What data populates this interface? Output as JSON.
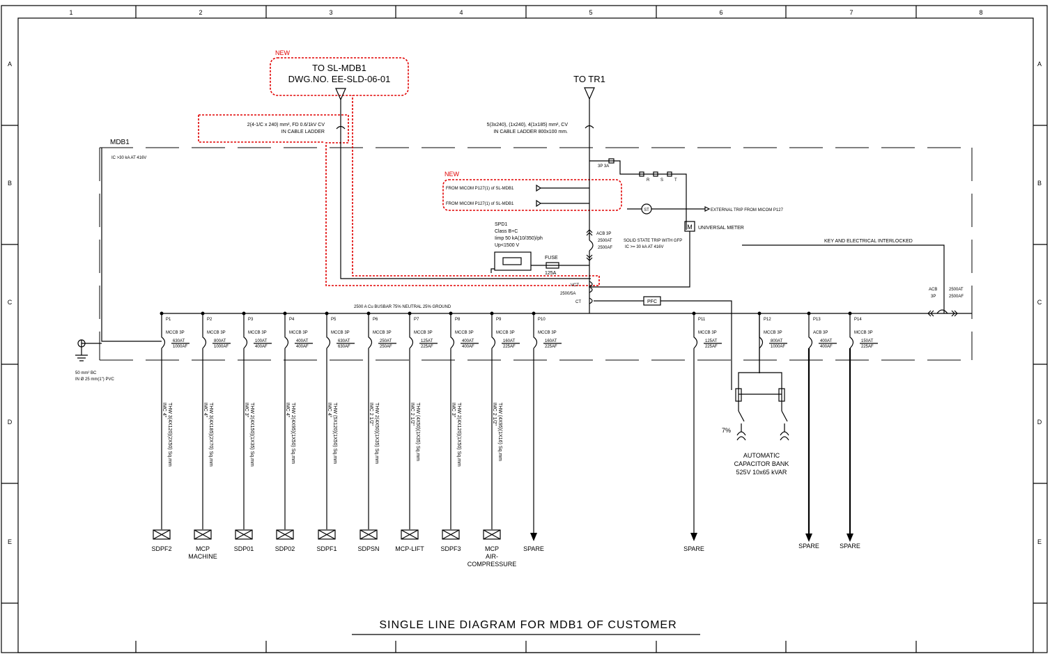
{
  "grid": {
    "columns": [
      "1",
      "2",
      "3",
      "4",
      "5",
      "6",
      "7",
      "8"
    ],
    "rows": [
      "A",
      "B",
      "C",
      "D",
      "E"
    ]
  },
  "title": "SINGLE LINE DIAGRAM FOR MDB1 OF CUSTOMER",
  "panel": {
    "name": "MDB1",
    "ic_rating": "IC >30 kA AT 416V"
  },
  "new_notes": [
    "NEW",
    "NEW"
  ],
  "incoming_new": {
    "line1": "TO SL-MDB1",
    "line2": "DWG.NO. EE-SLD-06-01",
    "cable1": "2(4-1/C x 240) mm², FD 0.6/1kV CV",
    "cable2": "IN CABLE LADDER"
  },
  "incoming_tr": {
    "label": "TO TR1",
    "cable1": "5(3x240), (1x240), 4(1x185) mm², CV",
    "cable2": "IN CABLE LADDER 800x100 mm."
  },
  "protection": {
    "fuse_3p": "3P 3A",
    "phases": [
      "R",
      "S",
      "T"
    ],
    "micom1": "FROM MICOM P127(1) of SL-MDB1",
    "micom2": "FROM MICOM P127(1) of SL-MDB1",
    "st": "ST",
    "external_trip": "EXTERNAL TRIP FROM MICOM P127",
    "meter_symbol": "M",
    "meter": "UNIVERSAL METER",
    "acb_main": [
      "ACB 3P",
      "2500AT",
      "2500AF"
    ],
    "solid_state": "SOLID STATE TRIP WITH GFP",
    "ic_main": "IC >= 30 kA AT 416V",
    "vct": "VCT",
    "vct_ratio": "2500/5A",
    "ct": "CT",
    "pfc": "PFC",
    "interlock": "KEY AND ELECTRICAL INTERLOCKED",
    "acb_tie": [
      "ACB",
      "3P",
      "2500AT",
      "2500AF"
    ]
  },
  "spd": {
    "lines": [
      "SPD1",
      "Class B+C",
      "Iimp 50 kA(10/350)/ph",
      "Up<1500 V"
    ],
    "fuse": "FUSE",
    "fuse_rating": "125A"
  },
  "busbar": "2500 A Cu BUSBAR 75% NEUTRAL 25% GROUND",
  "ground": {
    "line1": "50 mm² BC",
    "line2": "IN Ø 25 mm(1\") PVC"
  },
  "feeders": [
    {
      "id": "P1",
      "type": "MCCB 3P",
      "at": "630AT",
      "af": "1000AF",
      "cable": "THW 3(4X120)(2X50) Sq.mm",
      "conduit": "IMC 4\"",
      "load": "SDPF2"
    },
    {
      "id": "P2",
      "type": "MCCB 3P",
      "at": "800AT",
      "af": "1000AF",
      "cable": "THW 3(4X185)(2X70) Sq.mm",
      "conduit": "IMC 4\"",
      "load": "MCP MACHINE"
    },
    {
      "id": "P3",
      "type": "MCCB 3P",
      "at": "100AT",
      "af": "400AF",
      "cable": "THW 2(4X150)(1X35) Sq.mm",
      "conduit": "IMC 3\"",
      "load": "SDP01"
    },
    {
      "id": "P4",
      "type": "MCCB 3P",
      "at": "400AT",
      "af": "400AF",
      "cable": "THW 2(4X95)(1X50) Sq.mm",
      "conduit": "IMC 4\"",
      "load": "SDP02"
    },
    {
      "id": "P5",
      "type": "MCCB 3P",
      "at": "630AT",
      "af": "630AF",
      "cable": "THW (5X120)(1X50) Sq.mm",
      "conduit": "IMC 4\"",
      "load": "SDPF1"
    },
    {
      "id": "P6",
      "type": "MCCB 3P",
      "at": "250AT",
      "af": "250AF",
      "cable": "THW 2(4X50)(1X35) Sq.mm",
      "conduit": "IMC 2 1/2\"",
      "load": "SDPSN"
    },
    {
      "id": "P7",
      "type": "MCCB 3P",
      "at": "125AT",
      "af": "225AF",
      "cable": "THW (4X50)(1X35) Sq.mm",
      "conduit": "IMC 2 1/2\"",
      "load": "MCP-LIFT"
    },
    {
      "id": "P8",
      "type": "MCCB 3P",
      "at": "400AT",
      "af": "400AF",
      "cable": "THW 2(4X120)(1X50) Sq.mm",
      "conduit": "IMC 3\"",
      "load": "SDPF3"
    },
    {
      "id": "P9",
      "type": "MCCB 3P",
      "at": "160AT",
      "af": "225AF",
      "cable": "THW (4X95)(1X16) Sq.mm",
      "conduit": "IMC 2 1/2\"",
      "load": "MCP AIR-COMPRESSURE"
    },
    {
      "id": "P10",
      "type": "MCCB 3P",
      "at": "160AT",
      "af": "225AF",
      "cable": "",
      "conduit": "",
      "load": "SPARE"
    },
    {
      "id": "P11",
      "type": "MCCB 3P",
      "at": "125AT",
      "af": "225AF",
      "cable": "",
      "conduit": "",
      "load": "SPARE"
    },
    {
      "id": "P12",
      "type": "MCCB 3P",
      "at": "800AT",
      "af": "1000AF",
      "cable": "",
      "conduit": "",
      "load": ""
    },
    {
      "id": "P13",
      "type": "ACB 3P",
      "at": "400AT",
      "af": "400AF",
      "cable": "",
      "conduit": "",
      "load": "SPARE"
    },
    {
      "id": "P14",
      "type": "MCCB 3P",
      "at": "150AT",
      "af": "225AF",
      "cable": "",
      "conduit": "",
      "load": "SPARE"
    }
  ],
  "capacitor": {
    "pct": "7%",
    "l1": "AUTOMATIC",
    "l2": "CAPACITOR BANK",
    "l3": "525V 10x65 kVAR"
  }
}
